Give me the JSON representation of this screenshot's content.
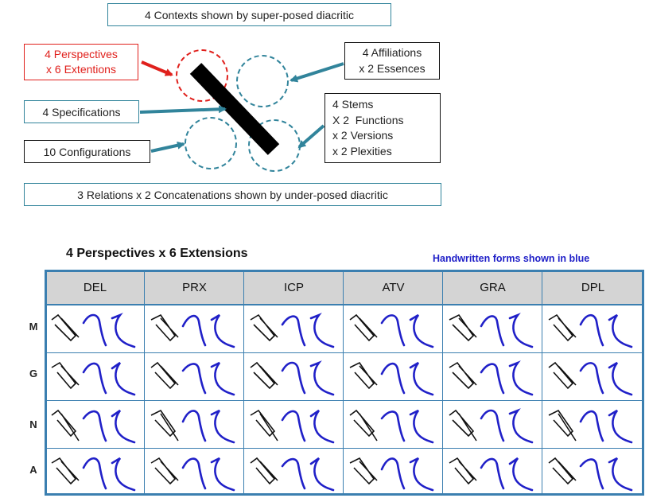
{
  "diagram": {
    "contexts_label": "4 Contexts shown by super-posed diacritic",
    "perspectives_lines": [
      "4 Perspectives",
      "x 6 Extentions"
    ],
    "specifications_label": "4 Specifications",
    "configurations_label": "10 Configurations",
    "affiliations_lines": [
      "4 Affiliations",
      "x 2 Essences"
    ],
    "stems_lines": [
      "4 Stems",
      "X 2  Functions",
      "x 2 Versions",
      "x 2 Plexities"
    ],
    "relations_label": "3 Relations x 2 Concatenations shown by under-posed diacritic",
    "colors": {
      "teal": "#31849b",
      "red": "#e0201c",
      "black": "#111111",
      "blue": "#2020c8"
    }
  },
  "table": {
    "title": "4 Perspectives  x  6 Extensions",
    "note": "Handwritten forms shown in blue",
    "columns": [
      "DEL",
      "PRX",
      "ICP",
      "ATV",
      "GRA",
      "DPL"
    ],
    "rows": [
      "M",
      "G",
      "N",
      "A"
    ]
  }
}
